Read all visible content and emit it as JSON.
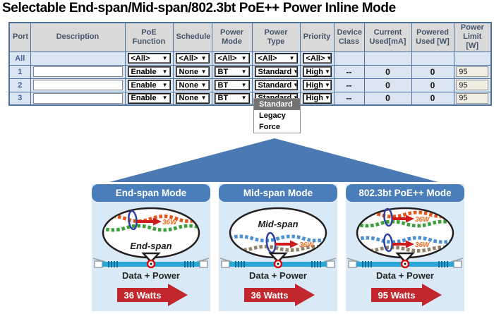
{
  "title": "Selectable End-span/Mid-span/802.3bt PoE++ Power Inline Mode",
  "icons": {
    "dropdown_arrow": "▼"
  },
  "table": {
    "columns": [
      "Port",
      "Description",
      "PoE Function",
      "Schedule",
      "Power Mode",
      "Power Type",
      "Priority",
      "Device Class",
      "Current Used[mA]",
      "Powered Used [W]",
      "Power Limit [W]"
    ],
    "filter_row": {
      "port": "All",
      "poe_function": "<All>",
      "schedule": "<All>",
      "power_mode": "<All>",
      "power_type": "<All>",
      "priority": "<All>"
    },
    "rows": [
      {
        "port": "1",
        "description": "",
        "poe_function": "Enable",
        "schedule": "None",
        "power_mode": "BT",
        "power_type": "Standard",
        "priority": "High",
        "device_class": "--",
        "current_used": "0",
        "powered_used": "0",
        "power_limit": "95"
      },
      {
        "port": "2",
        "description": "",
        "poe_function": "Enable",
        "schedule": "None",
        "power_mode": "BT",
        "power_type": "Standard",
        "priority": "High",
        "device_class": "--",
        "current_used": "0",
        "powered_used": "0",
        "power_limit": "95"
      },
      {
        "port": "3",
        "description": "",
        "poe_function": "Enable",
        "schedule": "None",
        "power_mode": "BT",
        "power_type": "Standard",
        "priority": "High",
        "device_class": "--",
        "current_used": "0",
        "powered_used": "0",
        "power_limit": "95"
      }
    ]
  },
  "power_type_dropdown": {
    "selected": "Standard",
    "options": [
      "Standard",
      "Legacy",
      "Force"
    ]
  },
  "diagram": {
    "cards": [
      {
        "title": "End-span Mode",
        "ellipse_label": "End-span",
        "pair_labels": [
          "36W"
        ],
        "cable_label": "Data + Power",
        "watts_label": "36 Watts"
      },
      {
        "title": "Mid-span Mode",
        "ellipse_label": "Mid-span",
        "pair_labels": [
          "36W"
        ],
        "cable_label": "Data + Power",
        "watts_label": "36 Watts"
      },
      {
        "title": "802.3bt PoE++ Mode",
        "ellipse_label": "",
        "pair_labels": [
          "36W",
          "36W"
        ],
        "cable_label": "Data + Power",
        "watts_label": "95 Watts"
      }
    ]
  },
  "colors": {
    "table_border": "#4e72a0",
    "header_bg": "#d9d9d9",
    "header_text": "#44546a",
    "row_bg": "#dbe5f1",
    "port_text": "#44619e",
    "accent_blue": "#4a7ebb",
    "triangle_blue": "#4b79b3",
    "card_bg": "#d9eaf6",
    "arrow_red": "#c1272d",
    "watt_orange": "#f26a1b",
    "cable_cyan": "#29a8d8",
    "selected_option_bg": "#737373",
    "limit_input_bg": "#f0eee1"
  }
}
